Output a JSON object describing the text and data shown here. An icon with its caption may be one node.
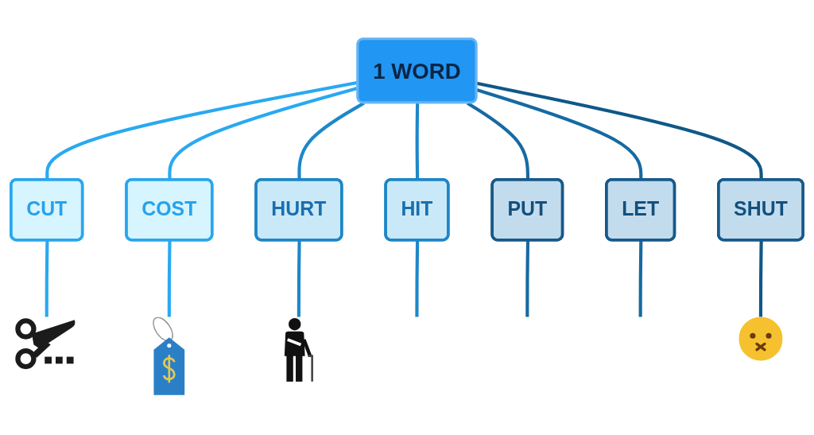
{
  "diagram": {
    "nodes": [
      {
        "text": [
          "1 WORD"
        ]
      },
      {
        "text": [
          "CUT"
        ]
      },
      {
        "text": [
          "COST"
        ]
      },
      {
        "text": [
          "HURT"
        ]
      },
      {
        "text": [
          "HIT"
        ]
      },
      {
        "text": [
          "PUT"
        ]
      },
      {
        "text": [
          "LET"
        ]
      },
      {
        "text": [
          "SHUT"
        ]
      },
      {
        "text": [],
        "shape": "picture"
      },
      {
        "text": [],
        "shape": "picture"
      },
      {
        "text": [],
        "shape": "picture"
      },
      {
        "text": [],
        "shape": "picture"
      }
    ],
    "edges": [
      {
        "from": 0,
        "to": 1,
        "arrow": "none",
        "color": "#29a9f1"
      },
      {
        "from": 0,
        "to": 2,
        "arrow": "none",
        "color": "#29a9f1"
      },
      {
        "from": 0,
        "to": 3,
        "arrow": "none",
        "color": "#1d87c9"
      },
      {
        "from": 0,
        "to": 4,
        "arrow": "none",
        "color": "#1d87c9"
      },
      {
        "from": 0,
        "to": 5,
        "arrow": "none",
        "color": "#166aa2"
      },
      {
        "from": 0,
        "to": 6,
        "arrow": "none",
        "color": "#166aa2"
      },
      {
        "from": 0,
        "to": 7,
        "arrow": "none",
        "color": "#0f5888"
      },
      {
        "from": 1,
        "to": 8,
        "arrow": "none",
        "color": "#29a9f1"
      },
      {
        "from": 2,
        "to": 9,
        "arrow": "none",
        "color": "#29a9f1"
      },
      {
        "from": 3,
        "to": 10,
        "arrow": "none",
        "color": "#1d87c9"
      },
      {
        "from": 4,
        "to": null,
        "arrow": "none",
        "color": "#1d87c9"
      },
      {
        "from": 5,
        "to": null,
        "arrow": "none",
        "color": "#166aa2"
      },
      {
        "from": 6,
        "to": null,
        "arrow": "none",
        "color": "#166aa2"
      },
      {
        "from": 7,
        "to": 11,
        "arrow": "none",
        "color": "#0f5888"
      }
    ]
  }
}
